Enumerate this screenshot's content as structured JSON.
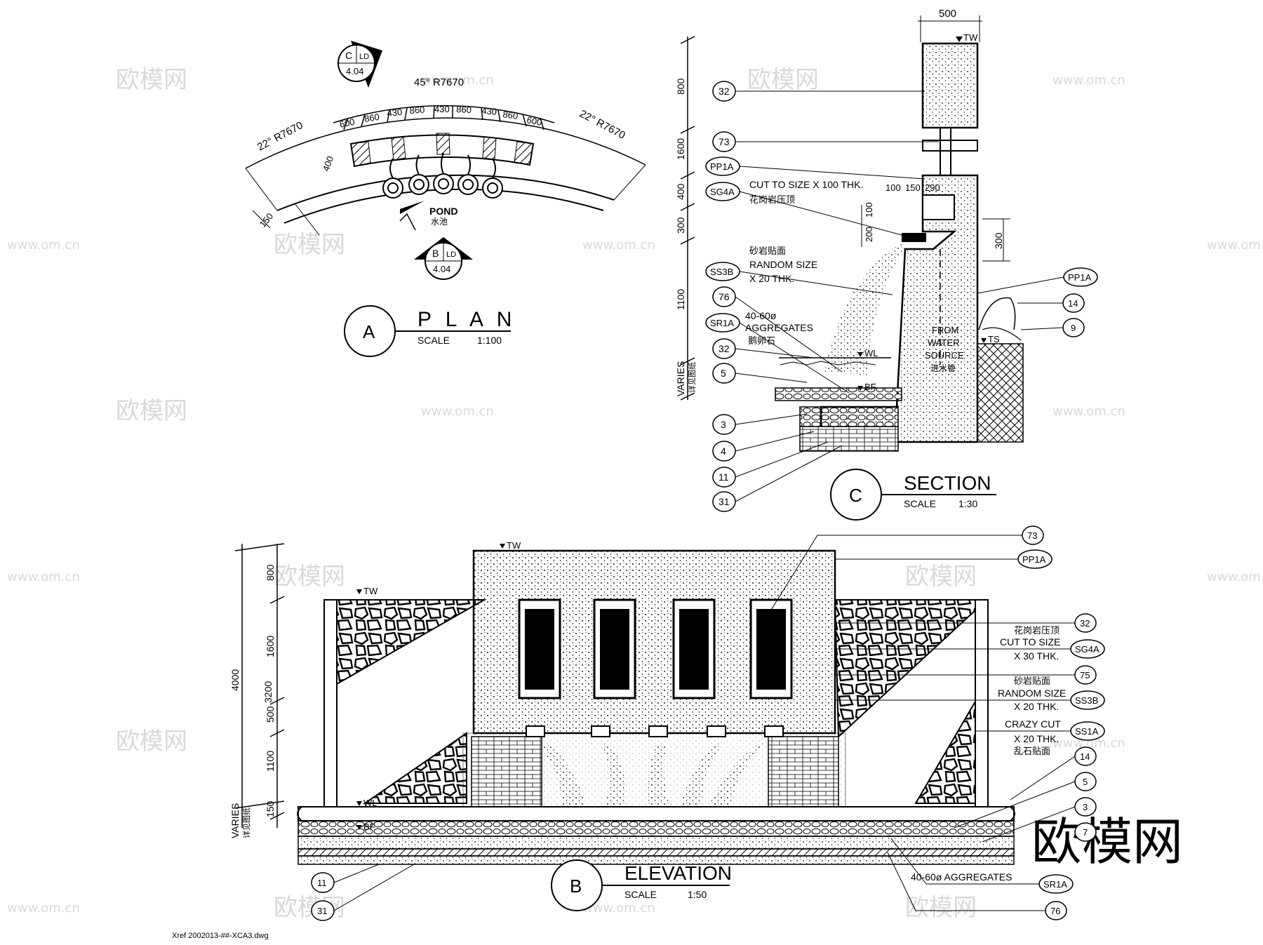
{
  "drawing_file": "Xref 2002013-##-XCA3.dwg",
  "watermarks": {
    "cn": "欧模网",
    "url": "www.om.cn",
    "corner": "欧模网"
  },
  "plan": {
    "title": "P L A N",
    "mark": "A",
    "scale_label": "SCALE",
    "scale": "1:100",
    "arc_total": "45° R7670",
    "arc_left": "22° R7670",
    "arc_right": "22° R7670",
    "dims": [
      "600",
      "860",
      "430",
      "860",
      "430",
      "860",
      "430",
      "860",
      "600"
    ],
    "side_dims": [
      "400",
      "150"
    ],
    "pond_label": "POND",
    "pond_cn": "水池",
    "callout_c": {
      "letter": "C",
      "sheet": "LD",
      "ref": "4.04"
    },
    "callout_b": {
      "letter": "B",
      "sheet": "LD",
      "ref": "4.04"
    }
  },
  "section": {
    "title": "SECTION",
    "mark": "C",
    "scale_label": "SCALE",
    "scale": "1:30",
    "top_dim": "500",
    "top_level": "TW",
    "left_dims": [
      "800",
      "1600",
      "400",
      "300",
      "1100",
      "VARIES"
    ],
    "left_dim_cn": "详见图纸",
    "right_dim": "300",
    "sub_dims": [
      "100",
      "150",
      "290"
    ],
    "vert_dims": [
      "200",
      "100"
    ],
    "levels": [
      "WL",
      "BF",
      "TS"
    ],
    "tags_left": [
      "32",
      "73",
      "PP1A",
      "SG4A",
      "SS3B",
      "76",
      "SR1A",
      "32",
      "5",
      "3",
      "4",
      "11",
      "31"
    ],
    "tags_right": [
      "PP1A",
      "14",
      "9"
    ],
    "notes": {
      "sg4a": "CUT TO SIZE X 100 THK.",
      "sg4a_cn": "花岗岩压顶",
      "ss3b_cn": "砂岩贴面",
      "ss3b_1": "RANDOM SIZE",
      "ss3b_2": "X 20 THK.",
      "sr1a_1": "40-60ø",
      "sr1a_2": "AGGREGATES",
      "sr1a_cn": "鹅卵石",
      "water_1": "FROM",
      "water_2": "WATER",
      "water_3": "SOURCE",
      "water_cn": "进水管"
    }
  },
  "elevation": {
    "title": "ELEVATION",
    "mark": "B",
    "scale_label": "SCALE",
    "scale": "1:50",
    "left_dims": [
      "800",
      "1600",
      "500",
      "1100",
      "150",
      "VARIES"
    ],
    "total_dims": [
      "4000",
      "3200"
    ],
    "left_dim_cn": "详见图纸",
    "levels": [
      "TW",
      "TW",
      "WL",
      "BF"
    ],
    "tags_right": [
      "73",
      "PP1A",
      "32",
      "SG4A",
      "75",
      "SS3B",
      "SS1A",
      "14",
      "5",
      "3",
      "7",
      "SR1A",
      "76"
    ],
    "tags_left": [
      "11",
      "31"
    ],
    "notes": {
      "sg4a_cn": "花岗岩压顶",
      "sg4a_1": "CUT TO SIZE",
      "sg4a_2": "X 30 THK.",
      "ss3b_cn": "砂岩贴面",
      "ss3b_1": "RANDOM SIZE",
      "ss3b_2": "X 20 THK.",
      "ss1a_1": "CRAZY CUT",
      "ss1a_2": "X 20 THK.",
      "ss1a_cn": "乱石贴面",
      "sr1a": "40-60ø AGGREGATES"
    }
  }
}
